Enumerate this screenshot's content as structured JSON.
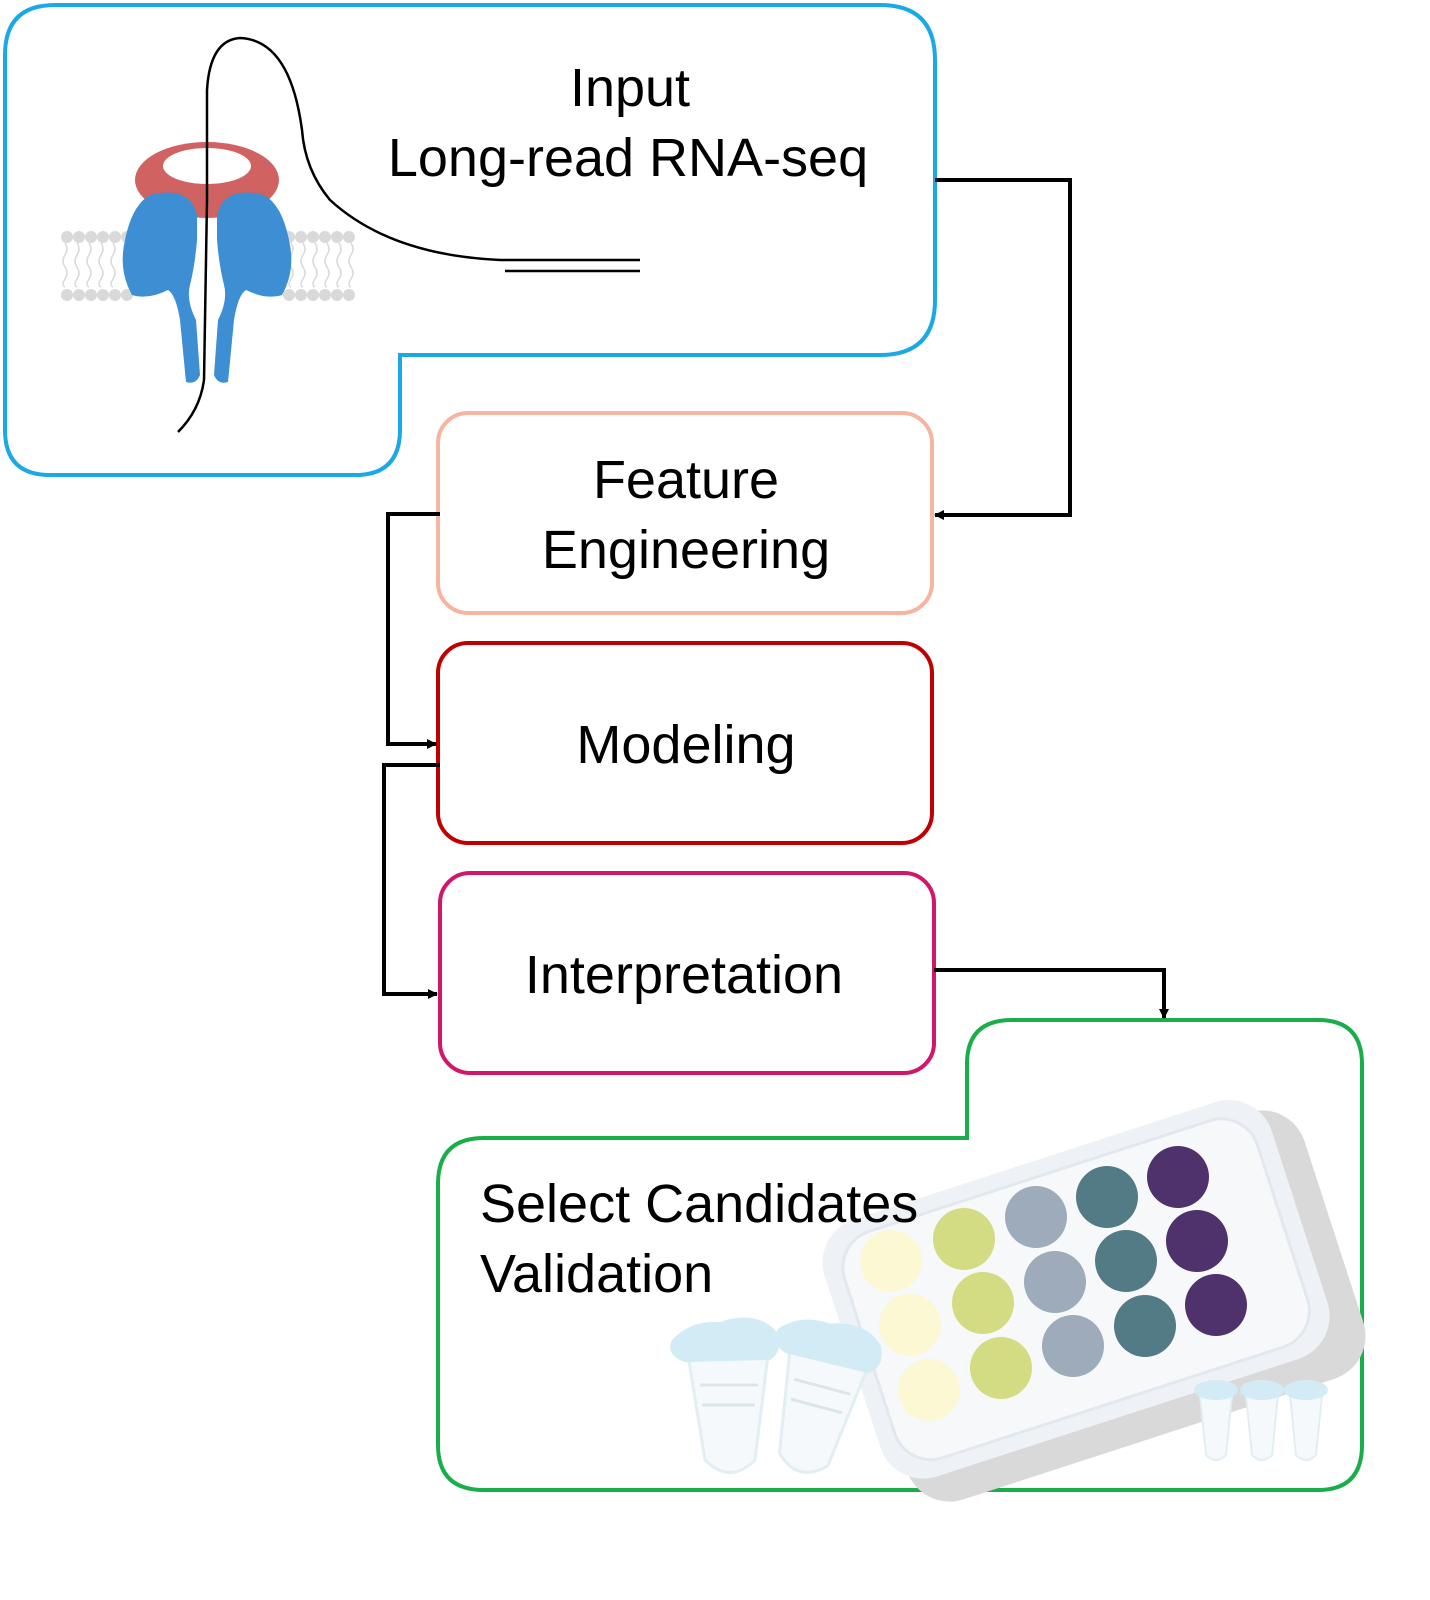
{
  "input_box": {
    "line1": "Input",
    "line2": "Long-read RNA-seq",
    "border_color": "#1BA8E6"
  },
  "feature_box": {
    "line1": "Feature",
    "line2": "Engineering",
    "border_color": "#F7B4A1"
  },
  "modeling_box": {
    "label": "Modeling",
    "border_color": "#C00000"
  },
  "interpretation_box": {
    "label": "Interpretation",
    "border_color": "#D0176B"
  },
  "validation_box": {
    "line1": "Select Candidates",
    "line2": "Validation",
    "border_color": "#1AAE4A"
  },
  "colors": {
    "arrow": "#000000",
    "pore_ring": "#D06262",
    "pore_protein": "#3D8ED2",
    "membrane": "#D9D9D9",
    "well_yellow_light": "#FBF8D3",
    "well_yellow_green": "#D3DC83",
    "well_gray_blue": "#9EABBA",
    "well_teal": "#537B86",
    "well_purple": "#4F316B",
    "tube_cap": "#D3EBF5"
  }
}
